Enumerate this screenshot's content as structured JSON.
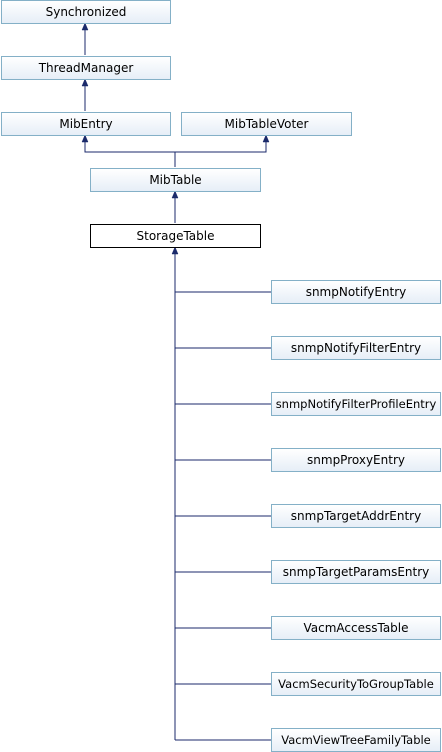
{
  "nodes": {
    "synchronized": "Synchronized",
    "thread_manager": "ThreadManager",
    "mib_entry": "MibEntry",
    "mib_table_voter": "MibTableVoter",
    "mib_table": "MibTable",
    "storage_table": "StorageTable",
    "subclasses": [
      "snmpNotifyEntry",
      "snmpNotifyFilterEntry",
      "snmpNotifyFilterProfileEntry",
      "snmpProxyEntry",
      "snmpTargetAddrEntry",
      "snmpTargetParamsEntry",
      "VacmAccessTable",
      "VacmSecurityToGroupTable",
      "VacmViewTreeFamilyTable"
    ]
  },
  "colors": {
    "node_border": "#84b0c7",
    "node_fill_top": "#ffffff",
    "node_fill_bottom": "#e6eef7",
    "edge": "#1b2a6b",
    "current_border": "#000000"
  }
}
